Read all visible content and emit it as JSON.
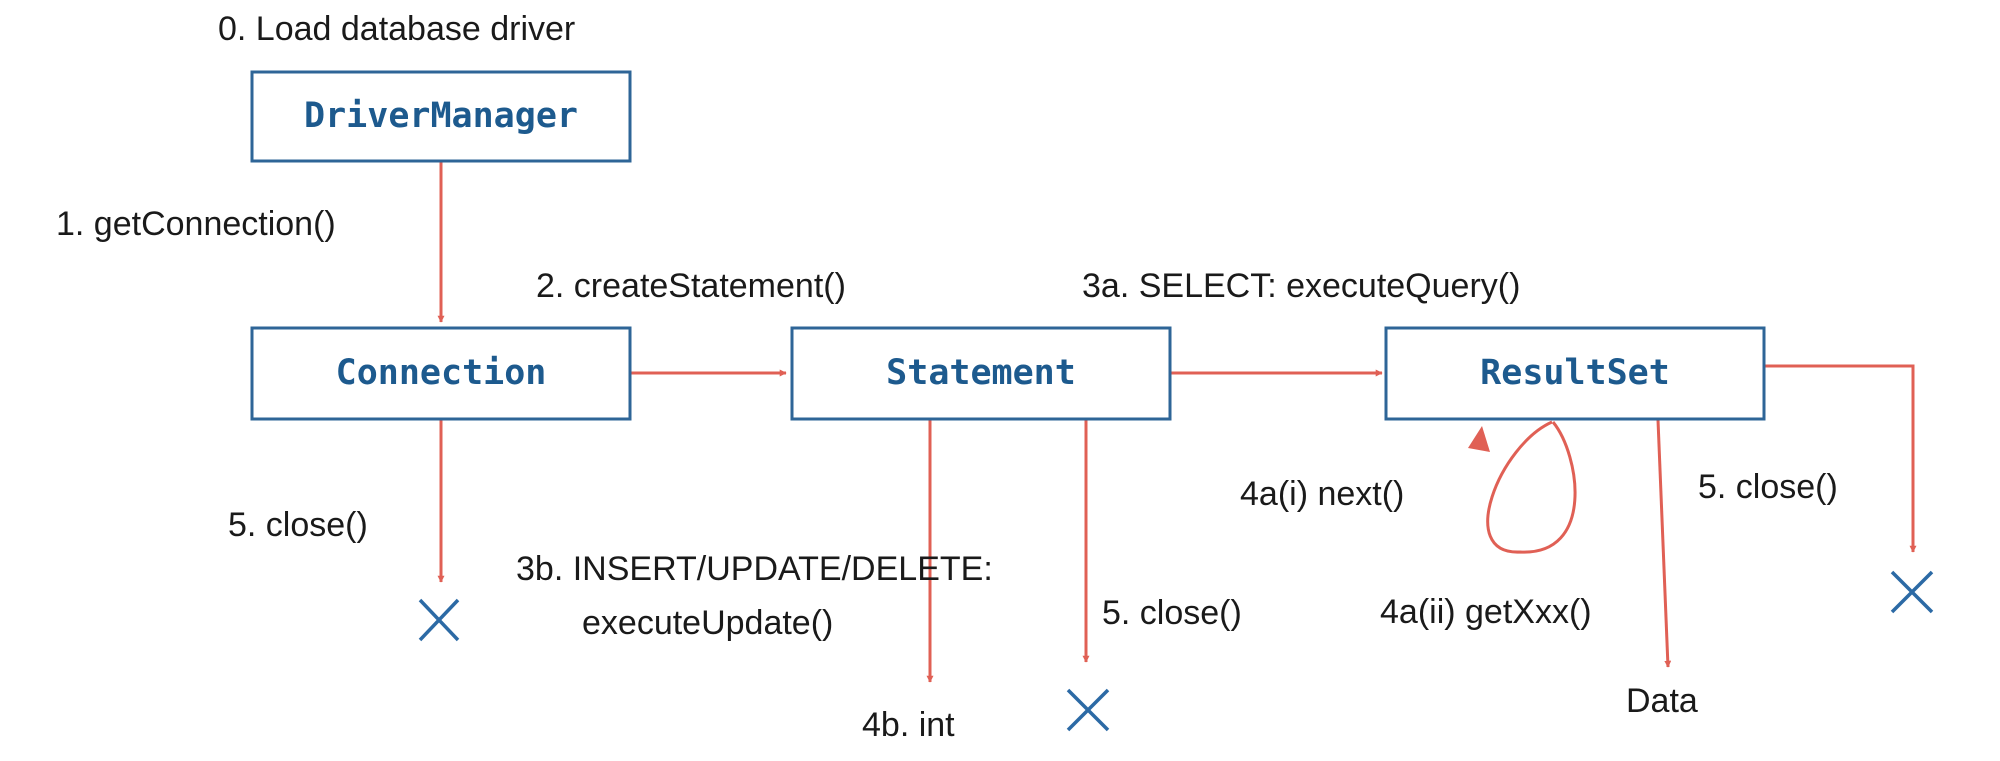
{
  "diagram": {
    "title": "0. Load database driver",
    "nodes": {
      "driver_manager": "DriverManager",
      "connection": "Connection",
      "statement": "Statement",
      "result_set": "ResultSet"
    },
    "edges": {
      "get_connection": "1. getConnection()",
      "create_statement": "2. createStatement()",
      "execute_query": "3a. SELECT: executeQuery()",
      "execute_update_line1": "3b. INSERT/UPDATE/DELETE:",
      "execute_update_line2": "executeUpdate()",
      "next": "4a(i) next()",
      "get_xxx": "4a(ii) getXxx()",
      "connection_close": "5. close()",
      "statement_close": "5. close()",
      "result_set_close": "5. close()"
    },
    "outputs": {
      "update_result": "4b. int",
      "query_result": "Data"
    },
    "colors": {
      "box_border": "#2e6597",
      "box_text": "#1d5a8e",
      "arrow": "#e06055",
      "close_mark": "#2c6aa5"
    }
  }
}
